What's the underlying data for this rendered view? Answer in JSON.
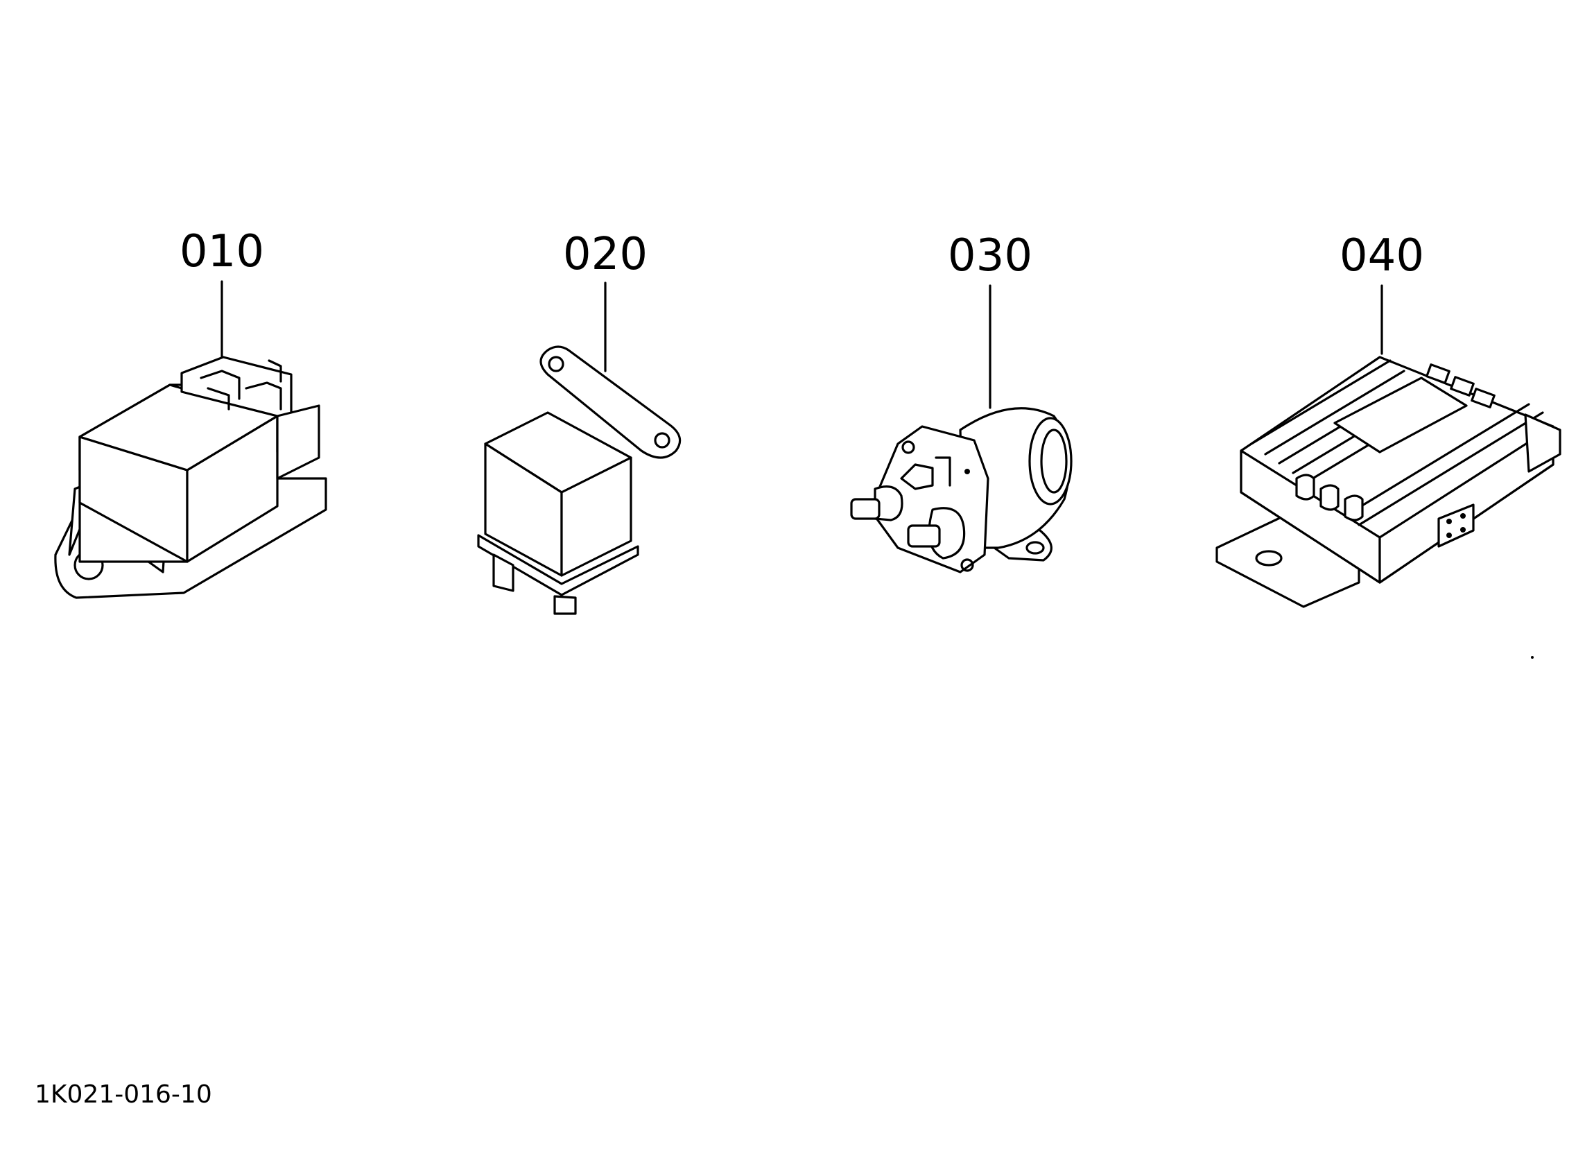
{
  "parts": [
    {
      "callout": "010",
      "icon": "relay-module-icon"
    },
    {
      "callout": "020",
      "icon": "relay-with-bracket-icon"
    },
    {
      "callout": "030",
      "icon": "solenoid-switch-icon"
    },
    {
      "callout": "040",
      "icon": "regulator-module-icon"
    }
  ],
  "drawing_id": "1K021-016-10"
}
